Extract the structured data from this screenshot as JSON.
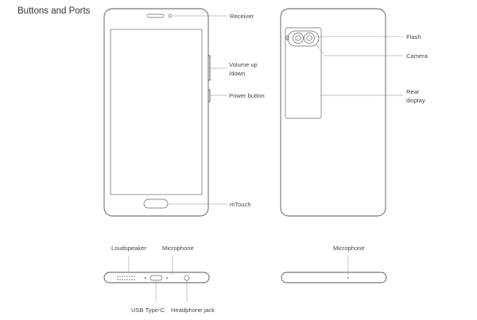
{
  "title": "Buttons and Ports",
  "labels": {
    "receiver": "Receiver",
    "volume_line1": "Volume up",
    "volume_line2": "/down",
    "power_button": "Power button",
    "mtouch": "mTouch",
    "flash": "Flash",
    "camera": "Camera",
    "rear_line1": "Rear",
    "rear_line2": "display",
    "loudspeaker": "Loudspeaker",
    "microphone_bottom": "Microphone",
    "usb": "USB Type-C",
    "headphone": "Headphone jack",
    "microphone_top": "Microphone"
  }
}
